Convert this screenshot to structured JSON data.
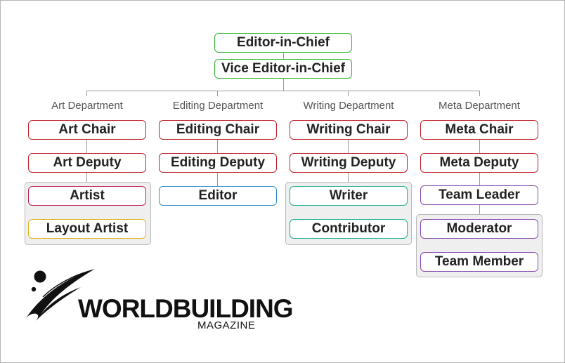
{
  "top": {
    "chief": "Editor-in-Chief",
    "vice": "Vice Editor-in-Chief"
  },
  "departments": [
    {
      "name": "Art Department",
      "chair": "Art Chair",
      "deputy": "Art Deputy",
      "roles": [
        "Artist",
        "Layout Artist"
      ]
    },
    {
      "name": "Editing Department",
      "chair": "Editing Chair",
      "deputy": "Editing Deputy",
      "roles": [
        "Editor"
      ]
    },
    {
      "name": "Writing Department",
      "chair": "Writing Chair",
      "deputy": "Writing Deputy",
      "roles": [
        "Writer",
        "Contributor"
      ]
    },
    {
      "name": "Meta Department",
      "chair": "Meta Chair",
      "deputy": "Meta Deputy",
      "lead": "Team Leader",
      "roles": [
        "Moderator",
        "Team Member"
      ]
    }
  ],
  "logo": {
    "name": "WORLDBUILDING",
    "subtitle": "MAGAZINE"
  },
  "colors": {
    "top": "#2db82d",
    "department_head": "#c0202a",
    "artist": "#c0204e",
    "layout_artist": "#e0b020",
    "editor": "#2f8fd0",
    "writing_role": "#22b08e",
    "meta_role": "#8a4db0",
    "connector": "#9a9a9a",
    "group_fill": "#efefef"
  }
}
